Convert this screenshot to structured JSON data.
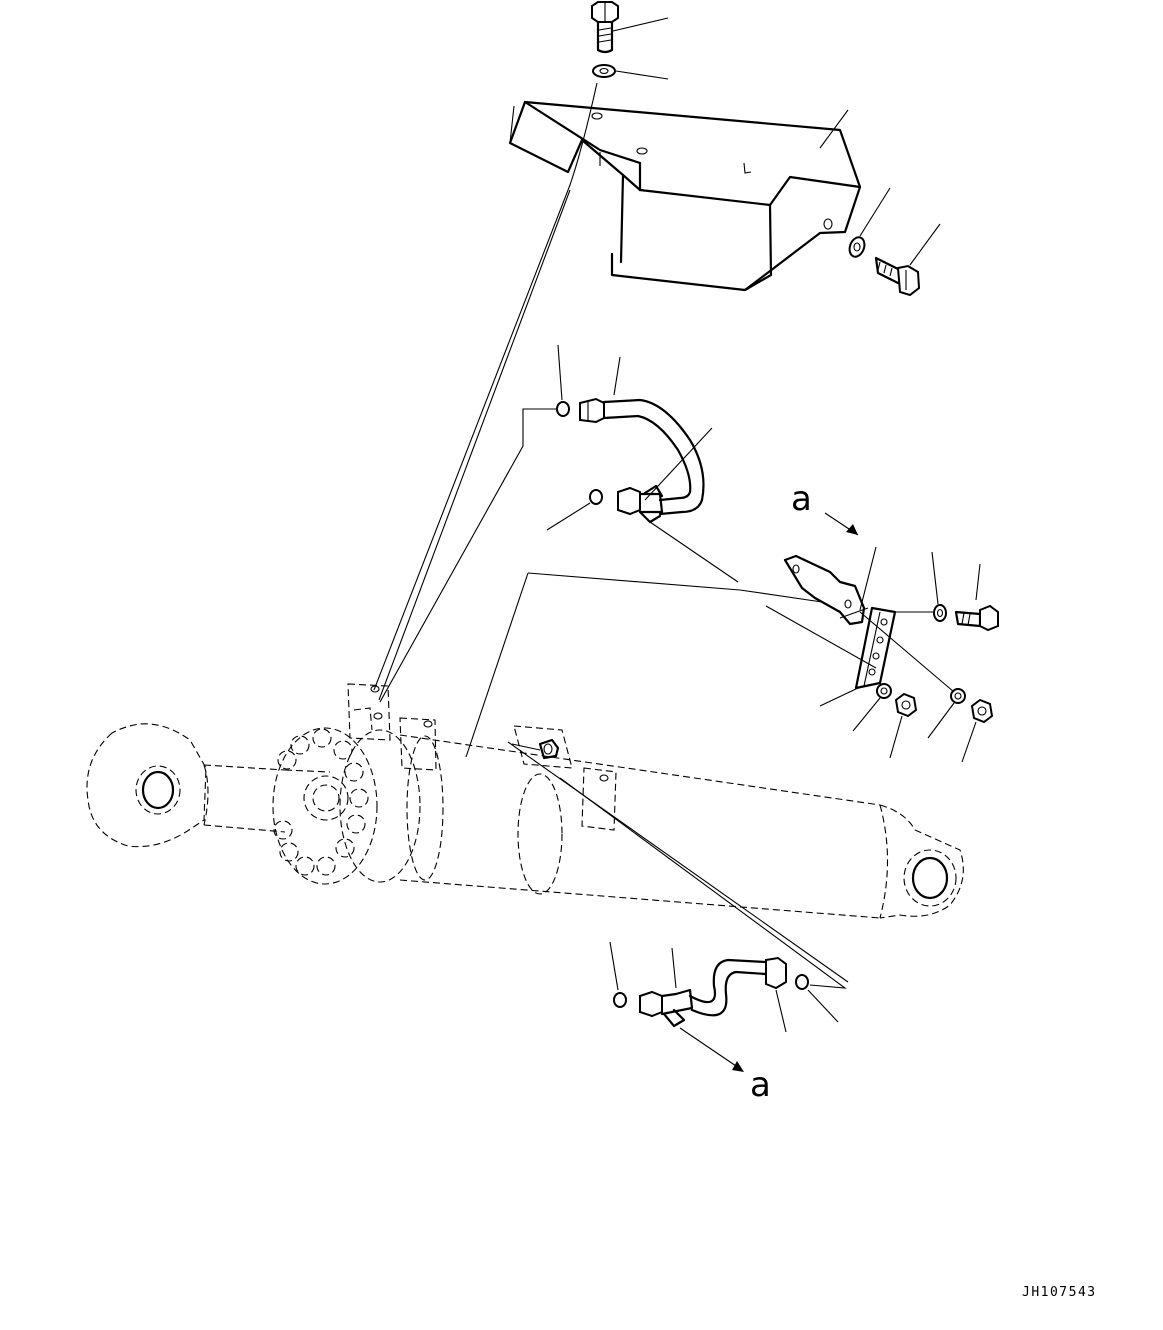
{
  "callouts": {
    "upper_a": "a",
    "lower_a": "a"
  },
  "drawing_code": "JH107543"
}
